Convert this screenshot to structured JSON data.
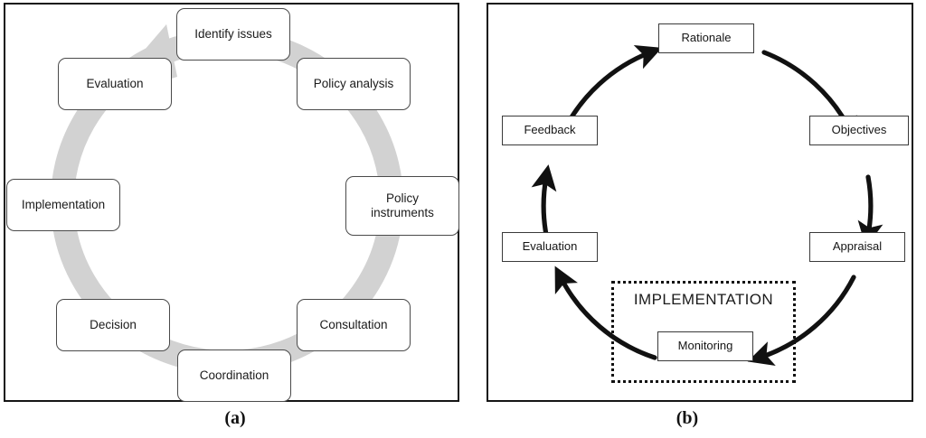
{
  "figure": {
    "panels": [
      {
        "id": "a",
        "caption": "(a)",
        "type": "cycle-diagram",
        "ring_style": "thick grey circular arrow, clockwise, arrowhead at top pointing toward first step",
        "ring_color": "#d2d2d2",
        "node_shape": "rounded-rectangle",
        "nodes": [
          {
            "label": "Identify issues",
            "angle_deg": 0
          },
          {
            "label": "Policy analysis",
            "angle_deg": 45
          },
          {
            "label": "Policy\ninstruments",
            "line1": "Policy",
            "line2": "instruments",
            "angle_deg": 90
          },
          {
            "label": "Consultation",
            "angle_deg": 135
          },
          {
            "label": "Coordination",
            "angle_deg": 180
          },
          {
            "label": "Decision",
            "angle_deg": 225
          },
          {
            "label": "Implementation",
            "angle_deg": 270
          },
          {
            "label": "Evaluation",
            "angle_deg": 315
          }
        ]
      },
      {
        "id": "b",
        "caption": "(b)",
        "type": "cycle-diagram",
        "ring_style": "thin black circular arcs with arrowheads, clockwise",
        "ring_color": "#111111",
        "node_shape": "rectangle",
        "nodes": [
          {
            "label": "Rationale",
            "angle_deg": 0
          },
          {
            "label": "Objectives",
            "angle_deg": 60
          },
          {
            "label": "Appraisal",
            "angle_deg": 120
          },
          {
            "label": "Monitoring",
            "angle_deg": 180
          },
          {
            "label": "Evaluation",
            "angle_deg": 240
          },
          {
            "label": "Feedback",
            "angle_deg": 300
          }
        ],
        "grouping": {
          "label": "IMPLEMENTATION",
          "style": "dotted rectangle",
          "contains": [
            "Monitoring"
          ]
        }
      }
    ]
  },
  "colors": {
    "panel_border": "#151515",
    "ring_a": "#d2d2d2",
    "ring_b": "#111111",
    "node_a_border": "#4a4a4a",
    "node_b_border": "#3a3a3a",
    "text": "#1a1a1a",
    "background": "#ffffff"
  }
}
